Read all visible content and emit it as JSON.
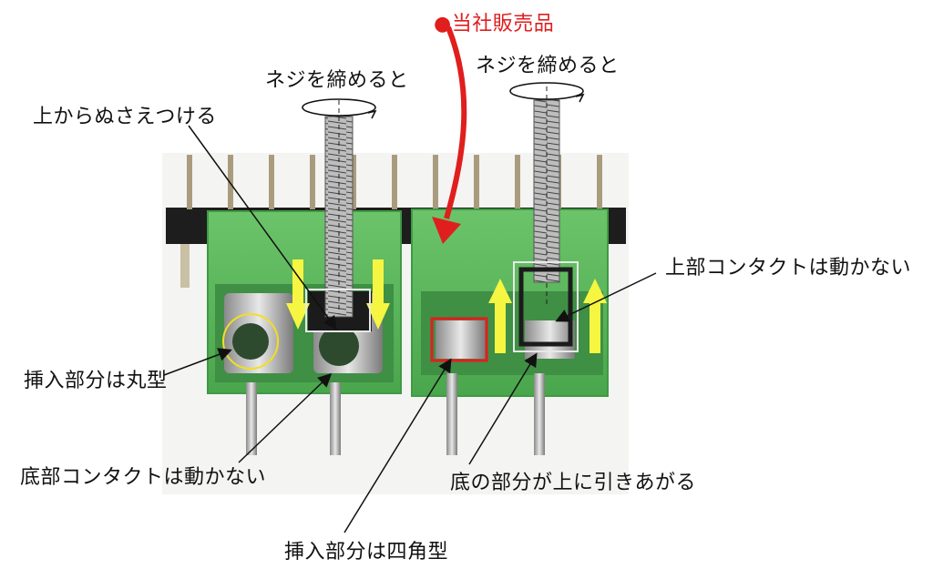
{
  "labels": {
    "own_product": "●当社販売品",
    "tighten_left": "ネジを締めると",
    "tighten_right": "ネジを締めると",
    "press_down": "上からぬさえつける",
    "upper_contact_fixed": "上部コンタクトは動かない",
    "insert_round": "挿入部分は丸型",
    "bottom_contact_fixed": "底部コンタクトは動かない",
    "bottom_lifts": "底の部分が上に引きあがる",
    "insert_square": "挿入部分は四角型"
  },
  "colors": {
    "terminal_green": "#5cb85c",
    "terminal_dark_green": "#3f9a44",
    "arrow_yellow": "#f5f542",
    "red_highlight": "#e01e1e",
    "pin_black": "#1d1d1d",
    "yellow_circle": "#f0e020"
  }
}
